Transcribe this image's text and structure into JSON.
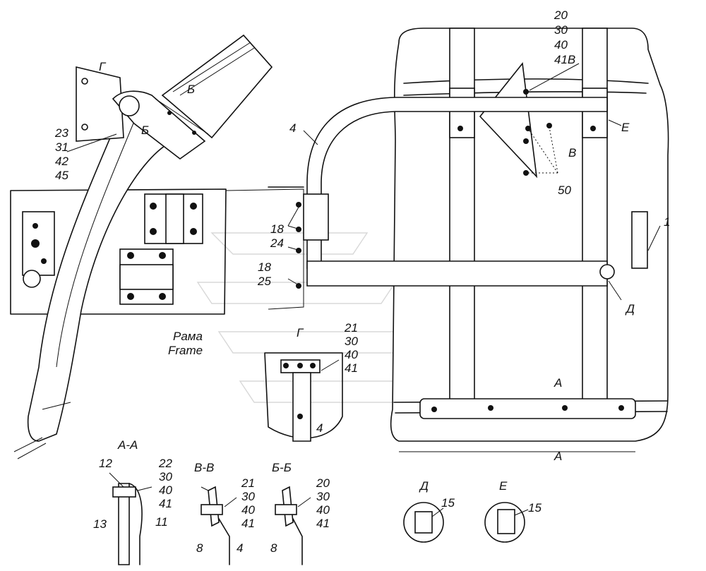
{
  "callouts": {
    "g_top": "Г",
    "b1": "Б",
    "b2": "Б",
    "c23": "23",
    "c31": "31",
    "c42": "42",
    "c45": "45",
    "c4_main": "4",
    "c18a": "18",
    "c24": "24",
    "c18b": "18",
    "c25": "25",
    "rama": "Рама",
    "frame": "Frame",
    "c20": "20",
    "c30": "30",
    "c40": "40",
    "c41v": "41В",
    "e_mark": "Е",
    "v_mark": "В",
    "c50": "50",
    "c1": "1",
    "d_mark": "Д",
    "a_upper": "А",
    "a_lower": "А",
    "g_detail": "Г",
    "g21": "21",
    "g30": "30",
    "g40": "40",
    "g41": "41",
    "g4": "4"
  },
  "sections": {
    "aa": {
      "title": "А-А",
      "c12": "12",
      "c13": "13",
      "c22": "22",
      "c30": "30",
      "c40": "40",
      "c41": "41",
      "c11": "11"
    },
    "vv": {
      "title": "В-В",
      "c21": "21",
      "c30": "30",
      "c40": "40",
      "c41": "41",
      "c8": "8",
      "c4": "4"
    },
    "bb": {
      "title": "Б-Б",
      "c20": "20",
      "c30": "30",
      "c40": "40",
      "c41": "41",
      "c8": "8"
    },
    "d": {
      "title": "Д",
      "c15": "15"
    },
    "e": {
      "title": "Е",
      "c15": "15"
    }
  }
}
